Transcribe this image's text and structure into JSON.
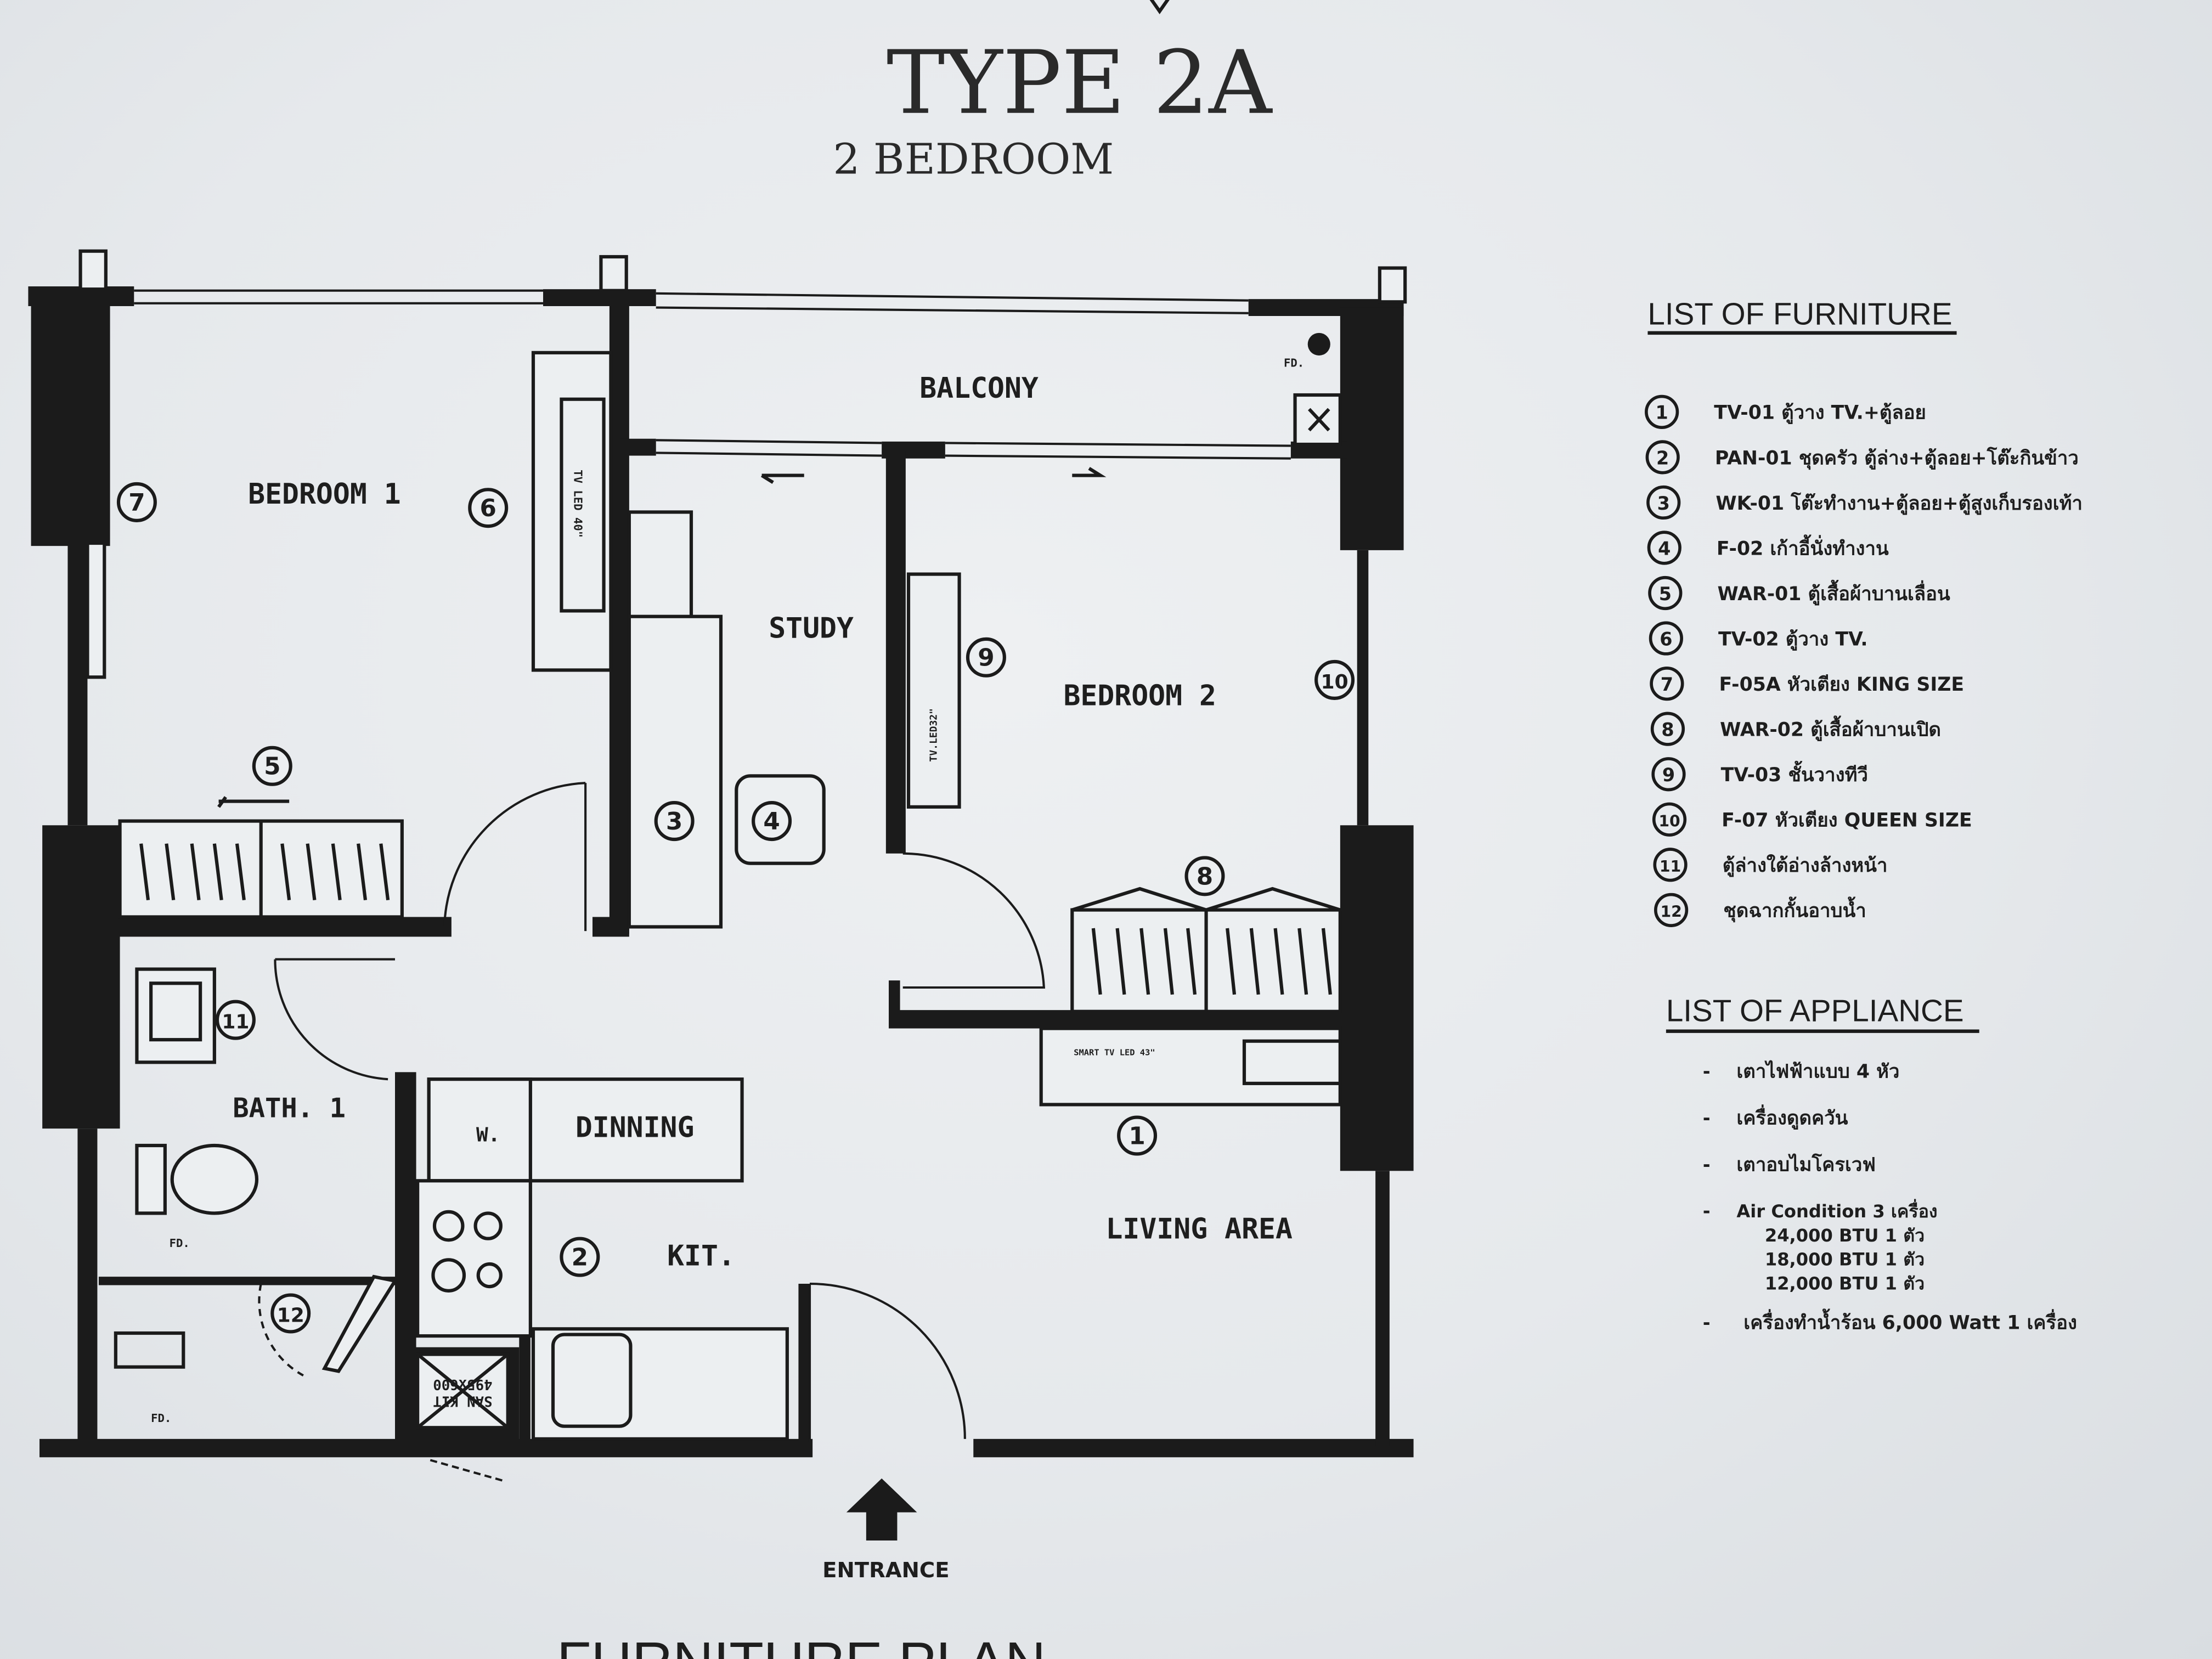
{
  "title": {
    "type": "TYPE 2A",
    "subtitle": "2 BEDROOM",
    "footer": "FURNITURE PLAN"
  },
  "rooms": {
    "balcony": "BALCONY",
    "bedroom1": "BEDROOM 1",
    "study": "STUDY",
    "bedroom2": "BEDROOM 2",
    "bath1": "BATH. 1",
    "dinning": "DINNING",
    "washer": "W.",
    "kitchen": "KIT.",
    "living": "LIVING AREA",
    "entrance": "ENTRANCE"
  },
  "plan_notes": {
    "fd": "FD.",
    "tv_bed1": "TV LED 40\"",
    "tv_bed2": "TV.LED32\"",
    "tv_living": "SMART TV LED 43\"",
    "san_kit_1": "SAN KIT",
    "san_kit_2": "495x600"
  },
  "markers": [
    "1",
    "2",
    "3",
    "4",
    "5",
    "6",
    "7",
    "8",
    "9",
    "10",
    "11",
    "12"
  ],
  "furniture": {
    "heading": "LIST OF FURNITURE",
    "items": [
      {
        "no": "1",
        "text": "TV-01 ตู้วาง TV.+ตู้ลอย"
      },
      {
        "no": "2",
        "text": "PAN-01 ชุดครัว ตู้ล่าง+ตู้ลอย+โต๊ะกินข้าว"
      },
      {
        "no": "3",
        "text": "WK-01 โต๊ะทำงาน+ตู้ลอย+ตู้สูงเก็บรองเท้า"
      },
      {
        "no": "4",
        "text": "F-02 เก้าอี้นั่งทำงาน"
      },
      {
        "no": "5",
        "text": "WAR-01 ตู้เสื้อผ้าบานเลื่อน"
      },
      {
        "no": "6",
        "text": "TV-02 ตู้วาง TV."
      },
      {
        "no": "7",
        "text": "F-05A หัวเตียง KING SIZE"
      },
      {
        "no": "8",
        "text": "WAR-02 ตู้เสื้อผ้าบานเปิด"
      },
      {
        "no": "9",
        "text": "TV-03 ชั้นวางทีวี"
      },
      {
        "no": "10",
        "text": "F-07 หัวเตียง QUEEN SIZE"
      },
      {
        "no": "11",
        "text": "ตู้ล่างใต้อ่างล้างหน้า"
      },
      {
        "no": "12",
        "text": "ชุดฉากกั้นอาบน้ำ"
      }
    ]
  },
  "appliances": {
    "heading": "LIST OF APPLIANCE",
    "items": [
      {
        "bullet": "-",
        "text": "เตาไฟฟ้าแบบ 4 หัว"
      },
      {
        "bullet": "-",
        "text": "เครื่องดูดควัน"
      },
      {
        "bullet": "-",
        "text": "เตาอบไมโครเวฟ"
      },
      {
        "bullet": "-",
        "text": "Air Condition 3 เครื่อง"
      },
      {
        "bullet": "",
        "text": "24,000 BTU 1 ตัว"
      },
      {
        "bullet": "",
        "text": "18,000 BTU 1 ตัว"
      },
      {
        "bullet": "",
        "text": "12,000 BTU 1 ตัว"
      },
      {
        "bullet": "-",
        "text": "เครื่องทำน้ำร้อน 6,000 Watt 1 เครื่อง"
      }
    ]
  },
  "colors": {
    "ink": "#1b1b1b",
    "paper": "#e8ebee"
  }
}
